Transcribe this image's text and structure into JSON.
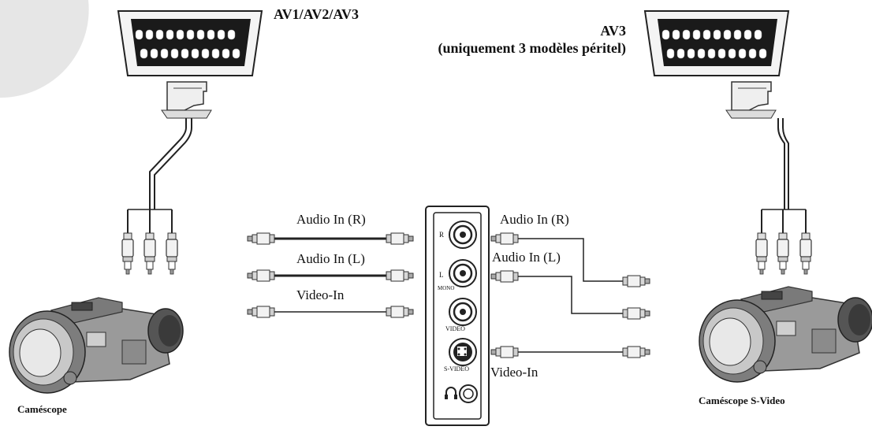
{
  "scart_left": {
    "label": "AV1/AV2/AV3"
  },
  "scart_right": {
    "label_line1": "AV3",
    "label_line2": "(uniquement 3 modèles péritel)"
  },
  "panel": {
    "jack_r": "R",
    "jack_l": "L",
    "mono": "MONO",
    "video": "VIDEO",
    "svideo": "S-VIDEO"
  },
  "left_cables": {
    "audio_r": "Audio In (R)",
    "audio_l": "Audio In (L)",
    "video": "Video-In"
  },
  "right_cables": {
    "audio_r": "Audio In (R)",
    "audio_l": "Audio In (L)",
    "video": "Video-In"
  },
  "camcorder_left": {
    "label": "Caméscope"
  },
  "camcorder_right": {
    "label": "Caméscope S-Video"
  },
  "colors": {
    "line": "#222222",
    "fill_light": "#e9e9e9",
    "fill_mid": "#b5b5b5",
    "fill_dark": "#555555"
  }
}
